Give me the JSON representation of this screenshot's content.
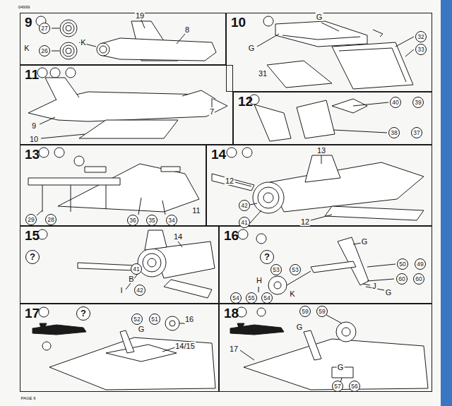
{
  "diagram": {
    "nodes": [
      {
        "text": [
          "9"
        ]
      },
      {
        "text": [
          "10"
        ]
      },
      {
        "text": [
          "11"
        ]
      },
      {
        "text": [
          "12"
        ]
      },
      {
        "text": [
          "13"
        ]
      },
      {
        "text": [
          "14"
        ]
      },
      {
        "text": [
          "15"
        ]
      },
      {
        "text": [
          "16"
        ]
      },
      {
        "text": [
          "17"
        ]
      },
      {
        "text": [
          "18"
        ]
      }
    ],
    "labels": [
      "04999",
      "27",
      "26",
      "K",
      "K",
      "19",
      "8",
      "G",
      "G",
      "32",
      "33",
      "31",
      "7",
      "9",
      "10",
      "40",
      "39",
      "38",
      "37",
      "11",
      "29",
      "28",
      "36",
      "35",
      "34",
      "13",
      "12",
      "42",
      "41",
      "12",
      "?",
      "14",
      "41",
      "B",
      "42",
      "I",
      "?",
      "53",
      "53",
      "G",
      "50",
      "49",
      "H",
      "I",
      "K",
      "J",
      "G",
      "60",
      "60",
      "54",
      "55",
      "54",
      "?",
      "52",
      "51",
      "G",
      "16",
      "14/15",
      "59",
      "59",
      "G",
      "17",
      "57",
      "56",
      "G",
      "PAGE 6"
    ]
  }
}
